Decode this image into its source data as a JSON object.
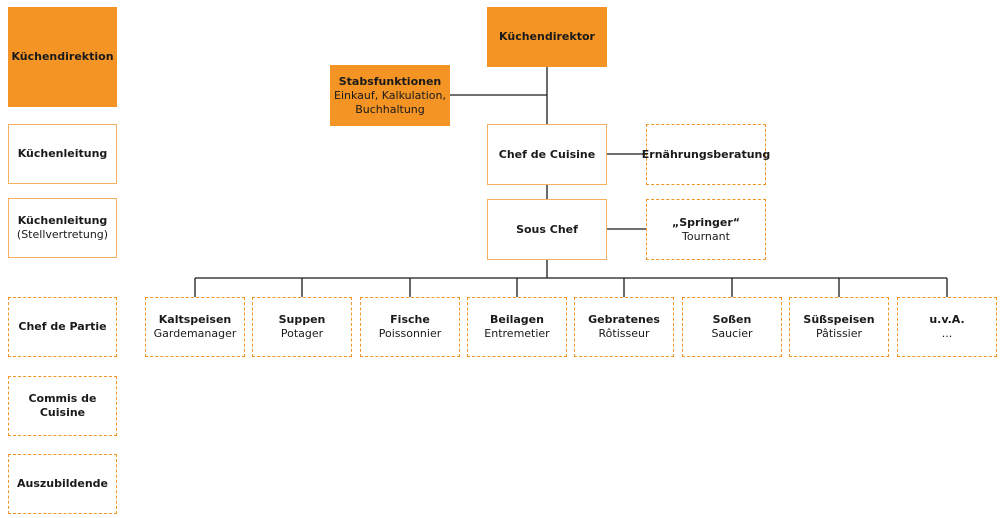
{
  "levels": {
    "kuechendirektion": "Küchendirektion",
    "kuechenleitung": "Küchenleitung",
    "stellvertretung_title": "Küchenleitung",
    "stellvertretung_sub": "(Stellvertretung)",
    "chef_de_partie": "Chef de Partie",
    "commis_line1": "Commis de",
    "commis_line2": "Cuisine",
    "auszubildende": "Auszubildende"
  },
  "org": {
    "kuechendirektor": "Küchendirektor",
    "stab": {
      "title": "Stabsfunktionen",
      "line1": "Einkauf, Kalkulation,",
      "line2": "Buchhaltung"
    },
    "chef_de_cuisine": "Chef de Cuisine",
    "ernaehrungsberatung": "Ernährungsberatung",
    "sous_chef": "Sous Chef",
    "springer": {
      "title": "„Springer“",
      "sub": "Tournant"
    },
    "stations": [
      {
        "title": "Kaltspeisen",
        "sub": "Gardemanager"
      },
      {
        "title": "Suppen",
        "sub": "Potager"
      },
      {
        "title": "Fische",
        "sub": "Poissonnier"
      },
      {
        "title": "Beilagen",
        "sub": "Entremetier"
      },
      {
        "title": "Gebratenes",
        "sub": "Rôtisseur"
      },
      {
        "title": "Soßen",
        "sub": "Saucier"
      },
      {
        "title": "Süßspeisen",
        "sub": "Pâtissier"
      },
      {
        "title": "u.v.A.",
        "sub": "..."
      }
    ]
  },
  "colors": {
    "accent": "#f39424",
    "line": "#1a1a1a"
  }
}
